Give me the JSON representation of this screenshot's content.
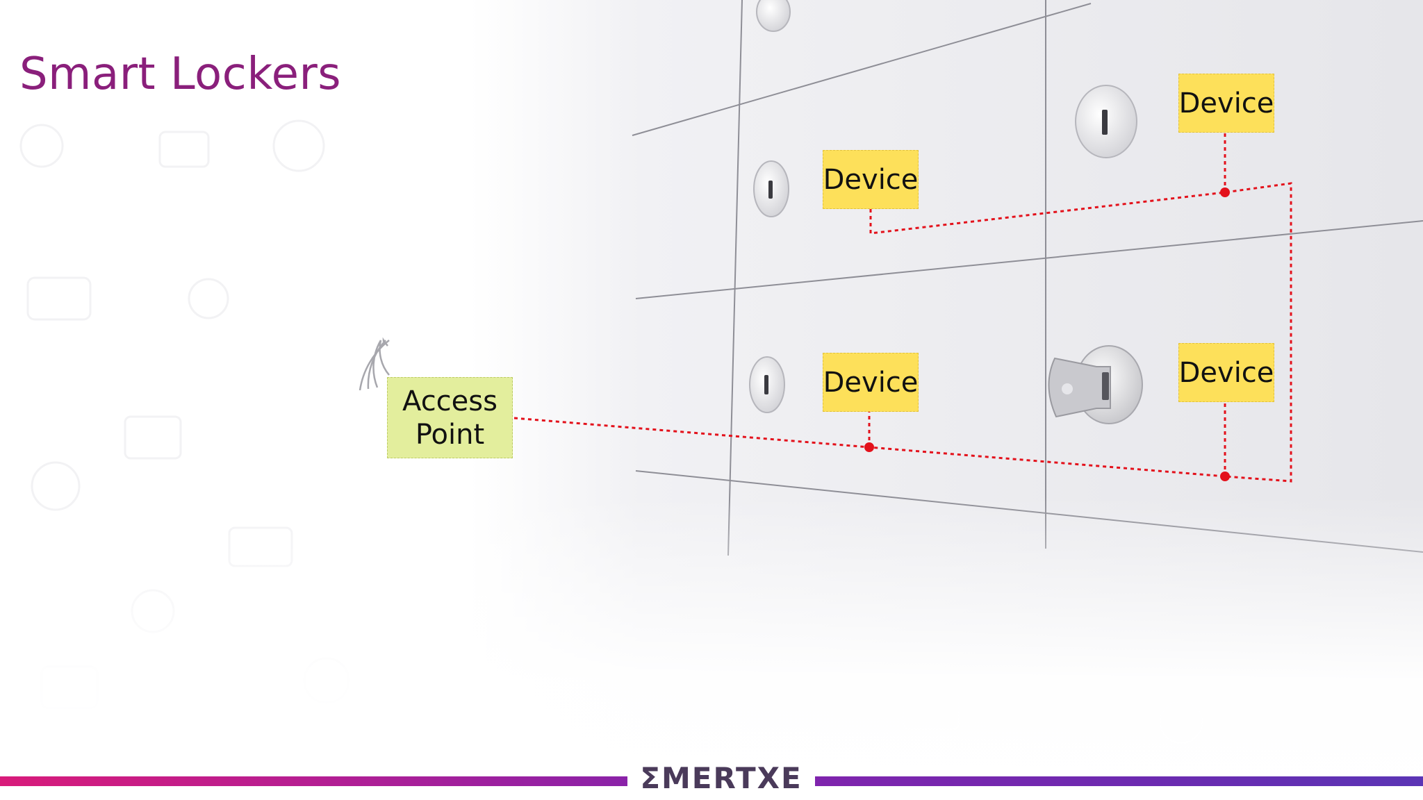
{
  "slide": {
    "title": "Smart Lockers"
  },
  "diagram": {
    "access_point": "Access\nPoint",
    "devices": [
      "Device",
      "Device",
      "Device",
      "Device"
    ]
  },
  "footer": {
    "logo_text": "ΣMERTXE"
  },
  "colors": {
    "title": "#8a1f7b",
    "device_box": "#fde05a",
    "access_point_box": "#e3ee9d",
    "connection_line": "#e3111b",
    "footer_left": "#c41d86",
    "footer_right": "#6a2bb0"
  },
  "icons": [
    "wifi-signal-icon",
    "key-icon",
    "lock-icon"
  ]
}
